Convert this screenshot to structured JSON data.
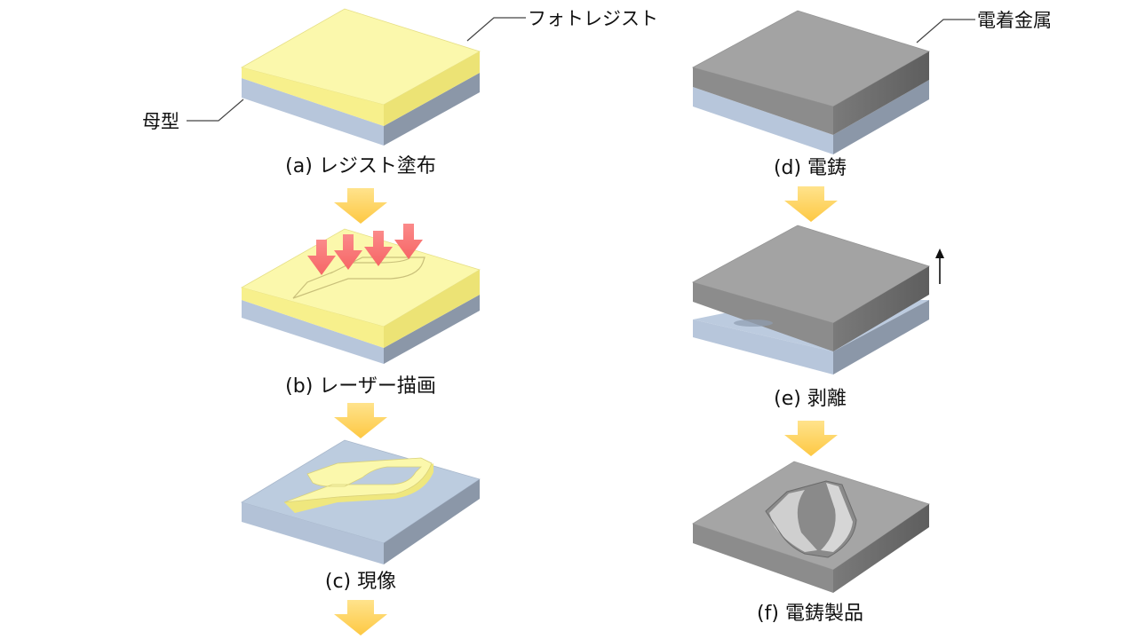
{
  "labels": {
    "photoresist": "フォトレジスト",
    "master_mold": "母型",
    "electrodeposited_metal": "電着金属"
  },
  "steps": [
    {
      "id": "a",
      "caption": "(a) レジスト塗布"
    },
    {
      "id": "b",
      "caption": "(b) レーザー描画"
    },
    {
      "id": "c",
      "caption": "(c) 現像"
    },
    {
      "id": "d",
      "caption": "(d) 電鋳"
    },
    {
      "id": "e",
      "caption": "(e) 剥離"
    },
    {
      "id": "f",
      "caption": "(f) 電鋳製品"
    }
  ],
  "colors": {
    "resist_top": "#fbf7a9",
    "resist_side": "#f3ec7a",
    "mold_top": "#bccbe0",
    "mold_side": "#8e9aab",
    "metal_top": "#a3a3a3",
    "metal_side": "#6d6d6d",
    "process_arrow": "#ffd35c",
    "laser_arrow": "#f87676"
  }
}
